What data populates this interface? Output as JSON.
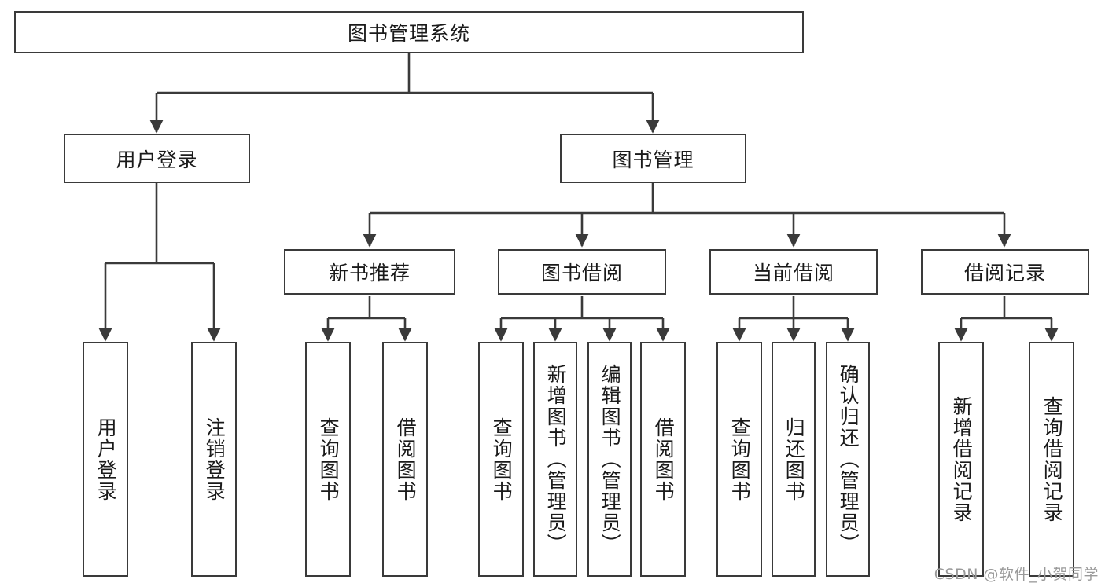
{
  "diagram": {
    "type": "tree-hierarchy-flowchart",
    "root": {
      "id": "root",
      "label": "图书管理系统"
    },
    "level2": [
      {
        "id": "user-login",
        "label": "用户登录"
      },
      {
        "id": "book-management",
        "label": "图书管理"
      }
    ],
    "level3": [
      {
        "id": "new-book-recommend",
        "label": "新书推荐"
      },
      {
        "id": "book-borrow",
        "label": "图书借阅"
      },
      {
        "id": "current-borrow",
        "label": "当前借阅"
      },
      {
        "id": "borrow-record",
        "label": "借阅记录"
      }
    ],
    "leaves": {
      "user_login": [
        {
          "id": "leaf-user-login",
          "label": "用户登录"
        },
        {
          "id": "leaf-logout",
          "label": "注销登录"
        }
      ],
      "new_book_recommend": [
        {
          "id": "leaf-query-book-1",
          "label": "查询图书"
        },
        {
          "id": "leaf-borrow-book-1",
          "label": "借阅图书"
        }
      ],
      "book_borrow": [
        {
          "id": "leaf-query-book-2",
          "label": "查询图书"
        },
        {
          "id": "leaf-add-book",
          "label": "新增图书（管理员）"
        },
        {
          "id": "leaf-edit-book",
          "label": "编辑图书（管理员）"
        },
        {
          "id": "leaf-borrow-book-2",
          "label": "借阅图书"
        }
      ],
      "current_borrow": [
        {
          "id": "leaf-query-book-3",
          "label": "查询图书"
        },
        {
          "id": "leaf-return-book",
          "label": "归还图书"
        },
        {
          "id": "leaf-confirm-return",
          "label": "确认归还（管理员）"
        }
      ],
      "borrow_record": [
        {
          "id": "leaf-add-record",
          "label": "新增借阅记录"
        },
        {
          "id": "leaf-query-record",
          "label": "查询借阅记录"
        }
      ]
    }
  },
  "watermark": {
    "text": "CSDN @软件_小贺同学"
  },
  "colors": {
    "box_border": "#3a3a3a",
    "box_fill": "#ffffff",
    "edge": "#3a3a3a",
    "text": "#1a1a1a",
    "watermark": "#9a9a9a",
    "background": "#ffffff"
  }
}
